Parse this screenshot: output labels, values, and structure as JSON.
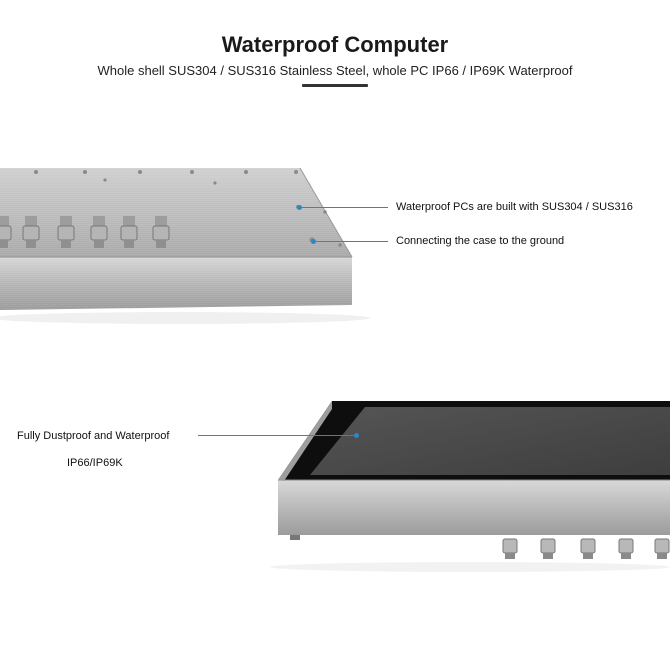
{
  "header": {
    "title": "Waterproof Computer",
    "subtitle": "Whole shell SUS304 / SUS316 Stainless Steel, whole PC IP66 / IP69K Waterproof"
  },
  "callouts": {
    "material": "Waterproof PCs are built with SUS304 / SUS316",
    "grounding": "Connecting the case to the ground",
    "dustproof": "Fully Dustproof and Waterproof",
    "rating": "IP66/IP69K"
  },
  "colors": {
    "accent": "#2a88c8",
    "steel": "#b8b8b8",
    "screen": "#4a4a4a"
  }
}
